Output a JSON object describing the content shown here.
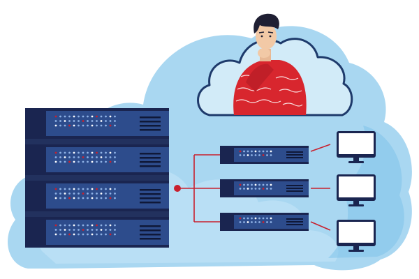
{
  "scene": {
    "colors": {
      "background": "#ffffff",
      "cloud_light": "#d2ebf8",
      "cloud_mid": "#a9d7f1",
      "cloud_dark": "#7fc3ea",
      "cloud_outline": "#1e3a6b",
      "server_dark": "#1a2550",
      "server_body": "#2d4c8c",
      "server_panel": "#35599e",
      "connector_red": "#c8202e",
      "monitor_frame": "#1a2550",
      "monitor_screen": "#ffffff",
      "shirt_red": "#d8262e",
      "skin": "#f2c9a6",
      "hair": "#1f1f33"
    },
    "main_server_units": 4,
    "small_server_units": 3,
    "monitors": 3,
    "icons": [
      "cloud-icon",
      "person-thinking-icon",
      "server-rack-icon",
      "small-server-icon",
      "monitor-icon",
      "network-node-icon"
    ]
  }
}
